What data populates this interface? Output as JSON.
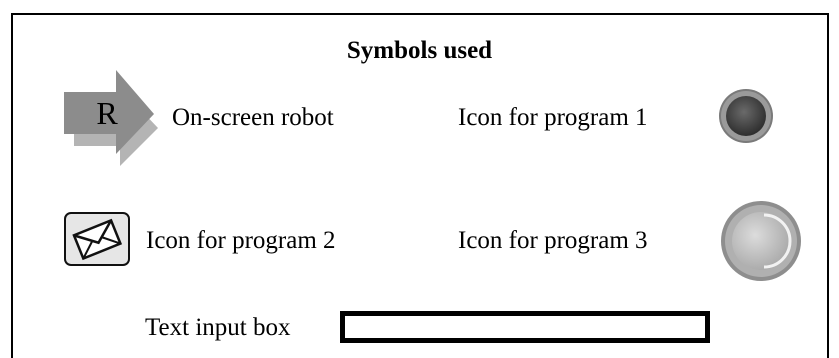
{
  "title": "Symbols used",
  "symbols": [
    {
      "label": "On-screen robot",
      "icon": "robot-arrow-icon",
      "letter": "R"
    },
    {
      "label": "Icon for program 1",
      "icon": "dark-round-button-icon"
    },
    {
      "label": "Icon for program 2",
      "icon": "envelope-icon"
    },
    {
      "label": "Icon for program 3",
      "icon": "light-round-button-icon"
    },
    {
      "label": "Text input box",
      "icon": "text-input-box"
    }
  ],
  "colors": {
    "robot_front": "#8c8c8c",
    "robot_shadow": "#b4b4b4",
    "icon1_inner": "#4a4a4a",
    "icon1_ring": "#7a7a7a",
    "icon3_inner": "#c8c8c8",
    "icon3_ring": "#9a9a9a"
  }
}
